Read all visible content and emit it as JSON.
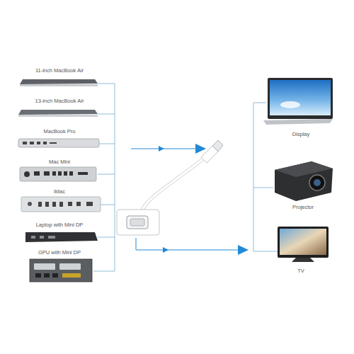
{
  "diagram": {
    "nodes": [
      {
        "text": [
          "11-inch MacBook Air"
        ]
      },
      {
        "text": [
          "13-inch MacBook Air"
        ]
      },
      {
        "text": [
          "MacBook Pro"
        ]
      },
      {
        "text": [
          "Mac Mini"
        ]
      },
      {
        "text": [
          "iMac"
        ]
      },
      {
        "text": [
          "Laptop with Mini DP"
        ]
      },
      {
        "text": [
          "GPU with Mini DP"
        ]
      },
      {
        "text": [
          "Display"
        ]
      },
      {
        "text": [
          "Projector"
        ]
      },
      {
        "text": [
          "TV"
        ]
      }
    ]
  }
}
